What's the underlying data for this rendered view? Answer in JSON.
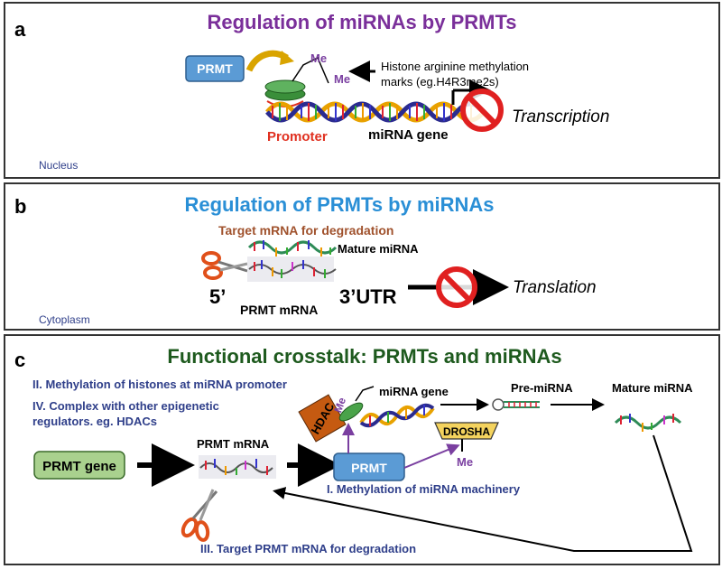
{
  "panel_a": {
    "letter": "a",
    "title": "Regulation of miRNAs by PRMTs",
    "prmt": "PRMT",
    "me_1": "Me",
    "me_2": "Me",
    "histone_marks_line1": "Histone arginine methylation",
    "histone_marks_line2": "marks (eg.H4R3me2s)",
    "promoter": "Promoter",
    "mirna_gene": "miRNA gene",
    "transcription": "Transcription",
    "compartment": "Nucleus"
  },
  "panel_b": {
    "letter": "b",
    "title": "Regulation of PRMTs by miRNAs",
    "target_degradation": "Target mRNA for degradation",
    "mature_mirna": "Mature miRNA",
    "five_prime": "5’",
    "three_utr": "3’UTR",
    "prmt_mrna": "PRMT mRNA",
    "translation": "Translation",
    "compartment": "Cytoplasm"
  },
  "panel_c": {
    "letter": "c",
    "title": "Functional crosstalk: PRMTs and miRNAs",
    "item_ii": "II. Methylation of histones at miRNA promoter",
    "item_iv_line1": "IV. Complex with other epigenetic",
    "item_iv_line2": "regulators. eg. HDACs",
    "prmt_gene": "PRMT gene",
    "prmt_mrna": "PRMT mRNA",
    "hdac": "HDAC",
    "me_1": "Me",
    "me_2": "Me",
    "mirna_gene": "miRNA gene",
    "pre_mirna": "Pre-miRNA",
    "mature_mirna": "Mature miRNA",
    "drosha": "DROSHA",
    "prmt": "PRMT",
    "item_i": "I. Methylation of miRNA machinery",
    "item_iii": "III. Target PRMT mRNA for degradation"
  },
  "colors": {
    "title_a": "#7a2f9a",
    "title_b": "#2a8fd6",
    "title_c": "#1e5a1e",
    "blue_text": "#2f3f8a",
    "prmt_fill": "#5b9bd5",
    "prmt_gene_fill": "#a9d18e",
    "hdac_fill": "#c55a11",
    "drosha_fill": "#f4d35e",
    "promoter": "#e03020",
    "no_sign": "#e02020",
    "me_purple": "#7a3fa0",
    "degradation_brown": "#a0522d"
  }
}
